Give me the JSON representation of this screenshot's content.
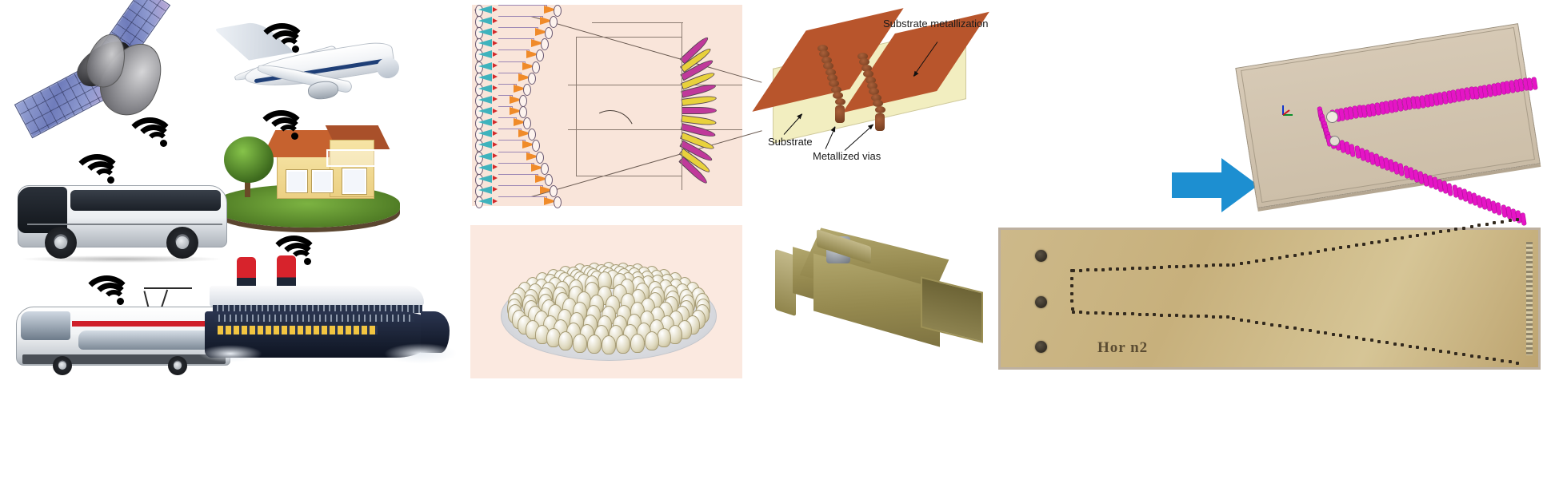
{
  "figure": {
    "title": "Substrate integrated waveguide horn antenna concept figure",
    "panel_count": 4
  },
  "panel_applications": {
    "name": "wireless connectivity application scenarios",
    "background": "#ffffff",
    "items": [
      {
        "id": "satellite",
        "label": "satellite",
        "has_wifi": true
      },
      {
        "id": "airplane",
        "label": "airplane",
        "has_wifi": true
      },
      {
        "id": "house",
        "label": "house",
        "has_wifi": true
      },
      {
        "id": "bus",
        "label": "bus",
        "has_wifi": true
      },
      {
        "id": "tram",
        "label": "tram",
        "has_wifi": true
      },
      {
        "id": "cruise-ship",
        "label": "cruise ship",
        "has_wifi": true
      }
    ],
    "icon": "wifi-icon"
  },
  "panel_array": {
    "name": "multibeam feed array schematic",
    "background": "#f9e5da",
    "input_horn_color": "#3fb3bd",
    "output_horn_color": "#f08b29",
    "amplifier_color": "#d22b2b",
    "feedline_color": "#9b86b4",
    "input_element_count": 18,
    "output_element_count": 18,
    "radiating_element_count": 13,
    "radiating_colors": [
      "#c0399b",
      "#e8d13c"
    ],
    "beam_line_color": "#6b5b52",
    "has_angle_arc": true
  },
  "panel_lens": {
    "name": "circular lens horn array 3D view",
    "background": "#fbe9e0",
    "base_color": "#dfe1e6",
    "horn_color": "#ded8bd",
    "ring_counts": [
      40,
      34,
      27,
      20,
      13,
      7
    ]
  },
  "panel_siw": {
    "name": "substrate integrated waveguide cross-section",
    "background": "#ffffff",
    "labels": [
      {
        "id": "substrate-metallization",
        "text": "Substrate metallization"
      },
      {
        "id": "substrate",
        "text": "Substrate"
      },
      {
        "id": "metallized-vias",
        "text": "Metallized vias"
      }
    ],
    "metallization_color": "#b8552c",
    "substrate_color": "#f2eec0",
    "via_color": "#8a4a26",
    "via_rows": 2,
    "vias_per_row": 10
  },
  "panel_horn_photo": {
    "name": "pyramidal waveguide horn antenna photograph",
    "material": "brass",
    "connector": "SMA coaxial to waveguide transition"
  },
  "transition_arrow": {
    "name": "blue transition arrow",
    "color": "#1d8fd1",
    "direction": "right"
  },
  "panel_cad": {
    "name": "SIW horn antenna CAD model",
    "board_color": "#d0c2ad",
    "via_color": "#e515c6",
    "via_row_top_count": 46,
    "via_row_bottom_count": 40,
    "feed_port_count": 2
  },
  "panel_pcb": {
    "name": "fabricated SIW horn antenna prototype photograph",
    "board_color": "#cdb98a",
    "marking_text": "Hor n2",
    "mounting_hole_count": 3,
    "via_fence_rows": 2
  }
}
